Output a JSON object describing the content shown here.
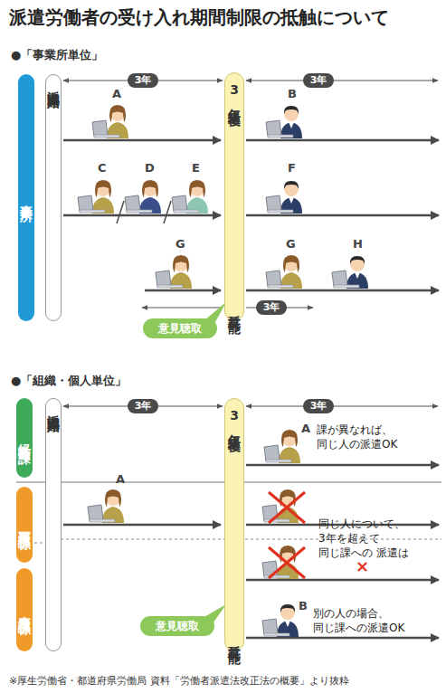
{
  "diagram": {
    "title": "派遣労働者の受け入れ期間制限の抵触について",
    "caption": "※厚生労働省・都道府県労働局 資料「労働者派遣法改正法の概要」より抜粋",
    "nodes": [
      {
        "text": [
          "事業所"
        ]
      },
      {
        "text": [
          "派遣開始"
        ]
      },
      {
        "text": [
          "3年経過後",
          "延長可能"
        ]
      },
      {
        "text": [
          "意見聴取"
        ]
      },
      {
        "text": [
          "経営企画課"
        ]
      },
      {
        "text": [
          "庶務課一係"
        ]
      },
      {
        "text": [
          "庶務課二係"
        ]
      },
      {
        "text": [
          "派遣開始"
        ]
      },
      {
        "text": [
          "3年経過後",
          "延長可能"
        ]
      },
      {
        "text": [
          "意見聴取"
        ]
      }
    ],
    "labels": [
      "●「事業所単位」",
      "3年",
      "3年",
      "A",
      "B",
      "C",
      "D",
      "E",
      "F",
      "G",
      "G",
      "H",
      "3年",
      "●「組織・個人単位」",
      "3年",
      "3年",
      "A",
      "課が異なれば、 同じ人の派遣OK",
      "A",
      "同じ人について、 3年を超えて 同じ課への 派遣は",
      "×",
      "B",
      "別の人の場合、 同じ課への派遣OK"
    ]
  }
}
